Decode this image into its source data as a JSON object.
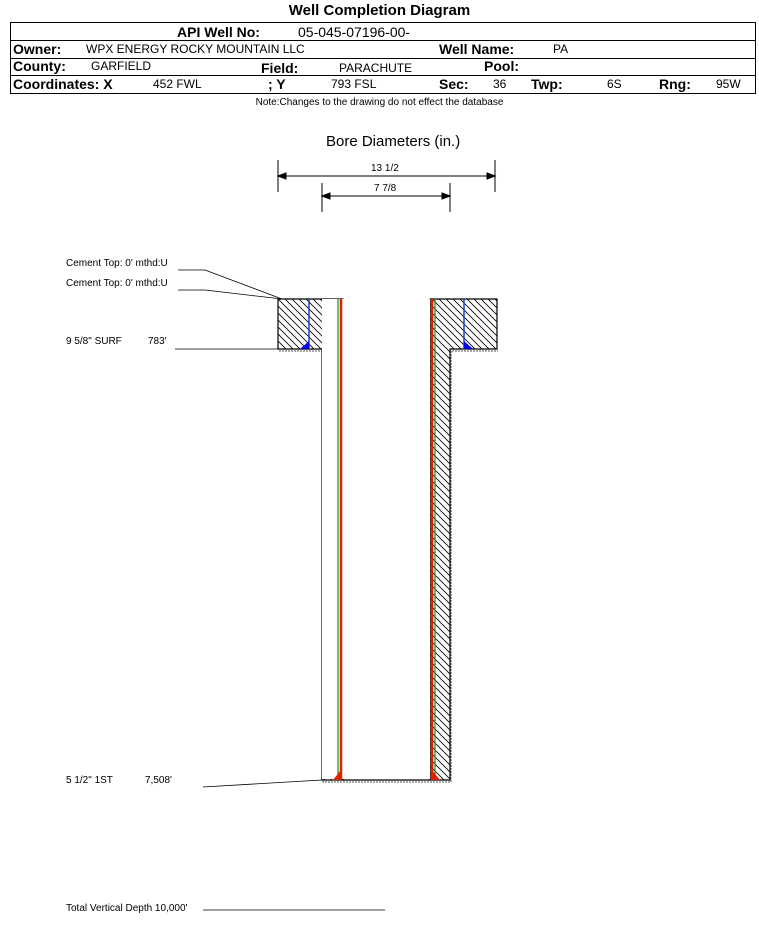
{
  "title": "Well Completion Diagram",
  "header": {
    "api_label": "API Well No:",
    "api_value": "05-045-07196-00-",
    "owner_label": "Owner:",
    "owner_value": "WPX ENERGY ROCKY MOUNTAIN LLC",
    "well_name_label": "Well Name:",
    "well_name_value": "PA",
    "county_label": "County:",
    "county_value": "GARFIELD",
    "field_label": "Field:",
    "field_value": "PARACHUTE",
    "pool_label": "Pool:",
    "coord_x_label": "Coordinates: X",
    "coord_x_value": "452 FWL",
    "coord_y_label": "; Y",
    "coord_y_value": "793 FSL",
    "sec_label": "Sec:",
    "sec_value": "36",
    "twp_label": "Twp:",
    "twp_value": "6S",
    "rng_label": "Rng:",
    "rng_value": "95W"
  },
  "note": "Note:Changes to the drawing do not effect the database",
  "diagram": {
    "bore_title": "Bore Diameters (in.)",
    "bore_outer": "13 1/2",
    "bore_inner": "7 7/8",
    "cement_top_1": "Cement Top: 0' mthd:U",
    "cement_top_2": "Cement Top: 0' mthd:U",
    "surf_casing": "9 5/8\" SURF",
    "surf_depth": "783'",
    "prod_casing": "5 1/2\" 1ST",
    "prod_depth": "7,508'",
    "tvd": "Total Vertical Depth 10,000'"
  }
}
